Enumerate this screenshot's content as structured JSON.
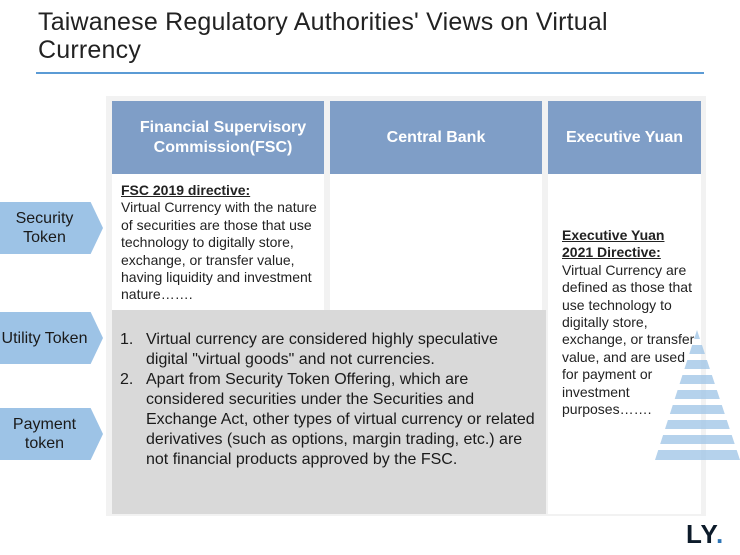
{
  "title": "Taiwanese Regulatory Authorities' Views on Virtual Currency",
  "header": {
    "col1": "Financial Supervisory Commission(FSC)",
    "col2": "Central Bank",
    "col3": "Executive Yuan"
  },
  "fsc_cell": {
    "heading": "FSC 2019 directive:",
    "body": "Virtual Currency with the nature of securities are those that use technology to digitally store, exchange, or transfer value, having liquidity and investment nature……."
  },
  "executive_cell": {
    "heading": "Executive Yuan 2021 Directive:",
    "body": "Virtual Currency are defined as those that use technology to digitally store, exchange, or transfer value, and are used for payment or investment purposes……."
  },
  "gray_box": {
    "items": [
      {
        "num": "1.",
        "text": "Virtual currency are considered highly speculative digital \"virtual goods\" and not currencies."
      },
      {
        "num": "2.",
        "text": "Apart from Security Token Offering, which are considered securities under the Securities and Exchange Act, other types of virtual currency or related derivatives (such as options, margin trading, etc.) are not financial products approved by the FSC."
      }
    ]
  },
  "arrows": [
    {
      "label": "Security Token"
    },
    {
      "label": "Utility Token"
    },
    {
      "label": "Payment token"
    }
  ],
  "logo": {
    "text": "LY",
    "dot": "."
  },
  "colors": {
    "header_fill": "#7f9ec7",
    "arrow_fill": "#9dc3e6",
    "title_rule": "#5b9bd5",
    "gray_box": "#d9d9d9",
    "logo_dot": "#2e75b6"
  }
}
